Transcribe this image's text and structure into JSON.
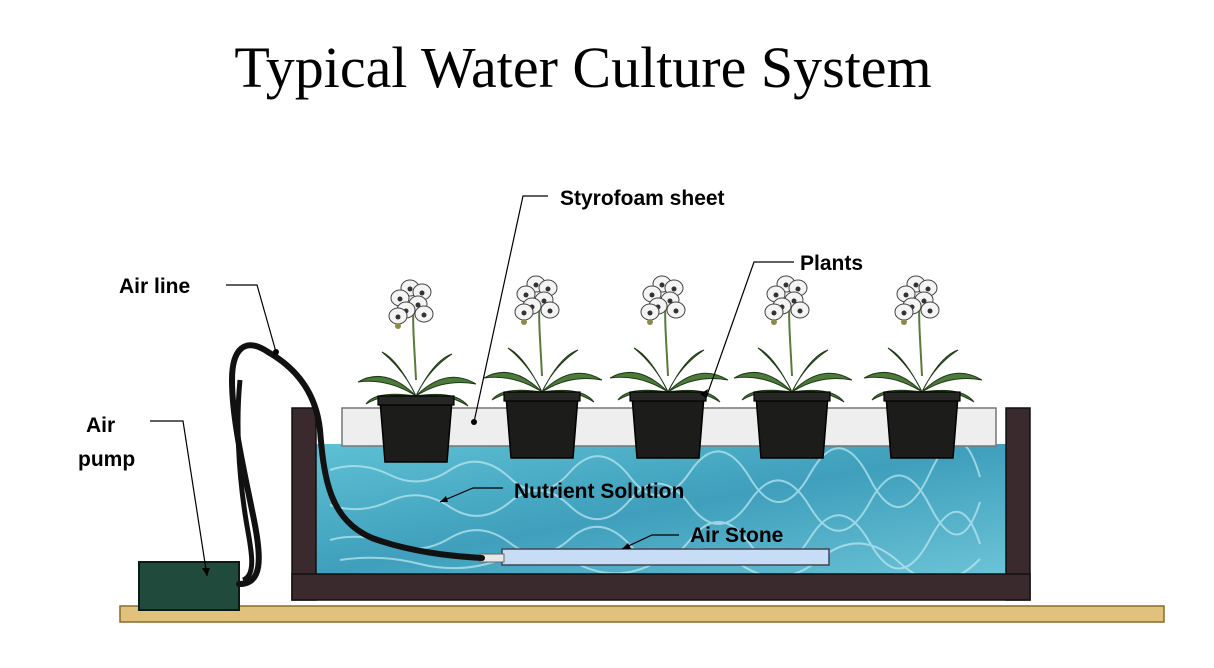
{
  "title": "Typical Water Culture System",
  "labels": {
    "styrofoam": "Styrofoam sheet",
    "plants": "Plants",
    "air_line": "Air line",
    "air_pump_1": "Air",
    "air_pump_2": "pump",
    "nutrient": "Nutrient Solution",
    "air_stone": "Air Stone"
  },
  "colors": {
    "tank": "#3a2a2e",
    "water": "#4fb0c8",
    "styrofoam": "#eeeeee",
    "pot": "#1c1c1a",
    "leaf": "#4c7a3a",
    "pump": "#1f4a3c",
    "air_stone": "#c7ddf5",
    "ground": "#e0c27c"
  },
  "plant_count": 5
}
